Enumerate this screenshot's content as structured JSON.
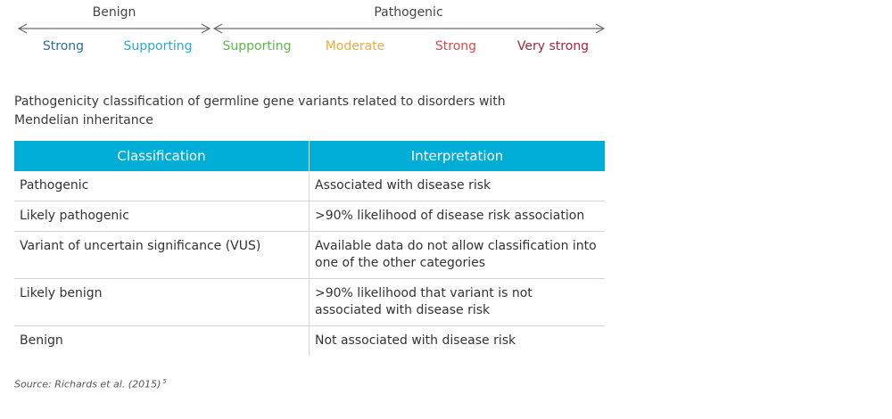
{
  "scale": {
    "benign_label": "Benign",
    "pathogenic_label": "Pathogenic",
    "arrow_color": "#6b6b6b",
    "benign_levels": [
      {
        "label": "Strong",
        "color": "#2e6e96"
      },
      {
        "label": "Supporting",
        "color": "#2aa7d6"
      }
    ],
    "pathogenic_levels": [
      {
        "label": "Supporting",
        "color": "#5cb84a"
      },
      {
        "label": "Moderate",
        "color": "#f2a93b"
      },
      {
        "label": "Strong",
        "color": "#d8494a"
      },
      {
        "label": "Very strong",
        "color": "#a8233a"
      }
    ]
  },
  "caption": "Pathogenicity classification of germline gene variants related to disorders with Mendelian inheritance",
  "table": {
    "header_color": "#00add6",
    "headers": [
      "Classification",
      "Interpretation"
    ],
    "rows": [
      {
        "classification": "Pathogenic",
        "interpretation": "Associated with disease risk"
      },
      {
        "classification": "Likely pathogenic",
        "interpretation": ">90% likelihood of disease risk association"
      },
      {
        "classification": "Variant of uncertain significance (VUS)",
        "interpretation": "Available data do not allow classification into one of the other categories"
      },
      {
        "classification": "Likely benign",
        "interpretation": ">90% likelihood that variant is not associated with disease risk"
      },
      {
        "classification": "Benign",
        "interpretation": "Not associated with disease risk"
      }
    ]
  },
  "source": {
    "text": "Source: Richards et al. (2015)",
    "footnote": "5"
  }
}
